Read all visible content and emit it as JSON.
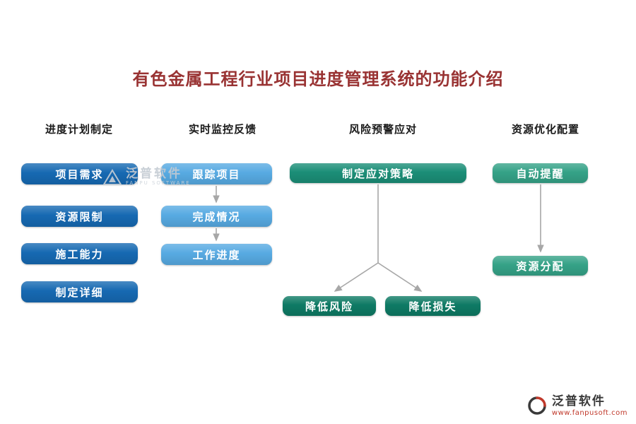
{
  "title": "有色金属工程行业项目进度管理系统的功能介绍",
  "sections": {
    "planning": {
      "header": "进度计划制定",
      "items": [
        "项目需求",
        "资源限制",
        "施工能力",
        "制定详细"
      ]
    },
    "monitoring": {
      "header": "实时监控反馈",
      "items": [
        "跟踪项目",
        "完成情况",
        "工作进度"
      ]
    },
    "risk": {
      "header": "风险预警应对",
      "strategy": "制定应对策略",
      "outcomes": [
        "降低风险",
        "降低损失"
      ]
    },
    "resources": {
      "header": "资源优化配置",
      "items": [
        "自动提醒",
        "资源分配"
      ]
    }
  },
  "watermark": {
    "brand": "泛普软件",
    "subtitle": "FANPU SOFTWARE"
  },
  "footer": {
    "brand": "泛普软件",
    "url": "www.fanpusoft.com"
  },
  "colors": {
    "title_color": "#993333",
    "deep_blue": "#1669b2",
    "light_blue": "#57aae2",
    "teal": "#1b8e77",
    "dark_teal": "#0e7a64",
    "green": "#35a287",
    "arrow_gray": "#a7a7a7"
  }
}
